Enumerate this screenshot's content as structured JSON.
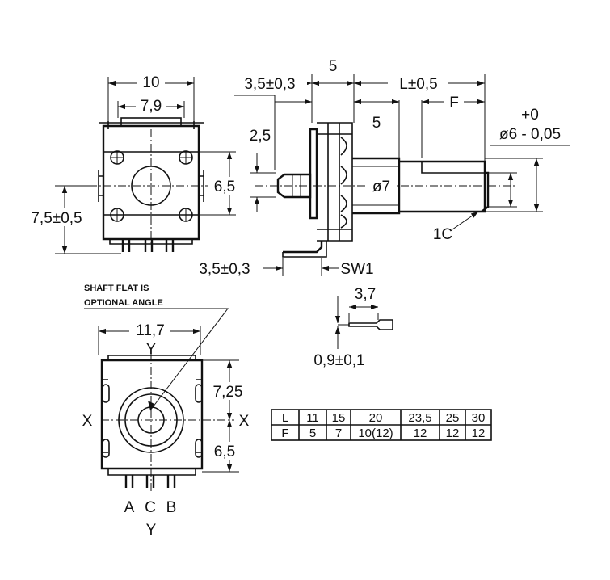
{
  "top_view": {
    "width_outer": "10",
    "width_inner": "7,9",
    "height_right": "6,5",
    "height_left": "7,5±0,5"
  },
  "side_view": {
    "shaft_offset": "3,5±0,3",
    "body_len": "5",
    "shaft_len": "L±0,5",
    "bush_len": "5",
    "flat_len": "F",
    "tol_plus": "+0",
    "shaft_dia": "ø6 - 0,05",
    "pin_height": "2,5",
    "bush_dia": "ø7",
    "chamfer": "1C",
    "switch_offset": "3,5±0,3",
    "switch_label": "SW1",
    "pin_len": "3,7",
    "pin_thick": "0,9±0,1"
  },
  "bottom_view": {
    "note_line1": "SHAFT FLAT IS",
    "note_line2": "OPTIONAL ANGLE",
    "width": "11,7",
    "axis_y_top": "Y",
    "axis_y_bottom": "Y",
    "axis_x_left": "X",
    "axis_x_right": "X",
    "dim_upper": "7,25",
    "dim_lower": "6,5",
    "pin_a": "A",
    "pin_c": "C",
    "pin_b": "B"
  },
  "table": {
    "row_l": [
      "L",
      "11",
      "15",
      "20",
      "23,5",
      "25",
      "30"
    ],
    "row_f": [
      "F",
      "5",
      "7",
      "10(12)",
      "12",
      "12",
      "12"
    ]
  }
}
